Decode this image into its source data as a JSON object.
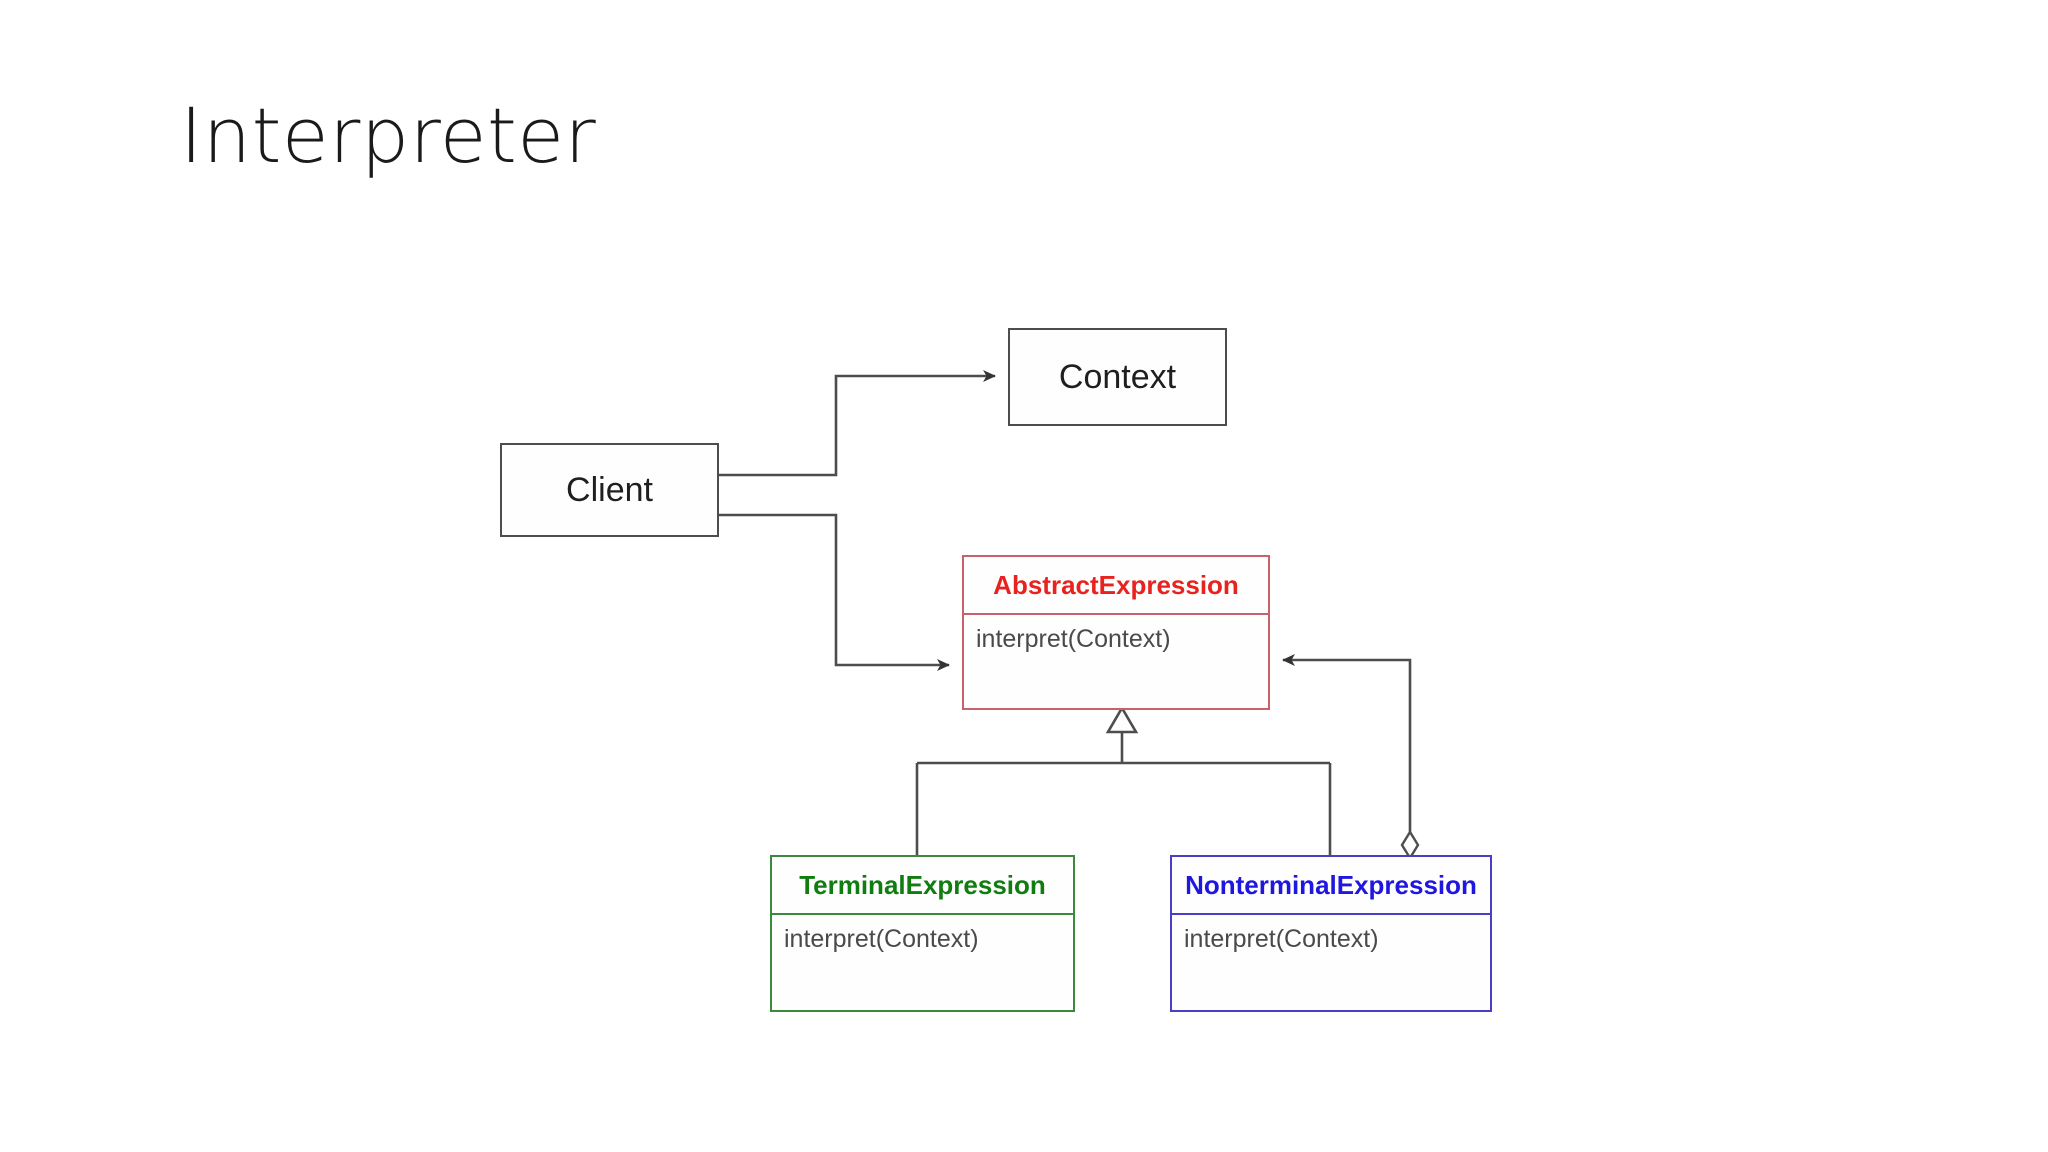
{
  "slide": {
    "title": "Interpreter",
    "background_color": "#ffffff",
    "title_color": "#1a1a1a"
  },
  "diagram": {
    "type": "uml-class-diagram",
    "pattern": "Interpreter",
    "line_color": "#4d4d4d",
    "classes": [
      {
        "id": "context",
        "name": "Context",
        "members": [],
        "border_color": "#4d4d4d",
        "title_color": "#1f1f1f",
        "compartments": 1
      },
      {
        "id": "client",
        "name": "Client",
        "members": [],
        "border_color": "#4d4d4d",
        "title_color": "#1f1f1f",
        "compartments": 1
      },
      {
        "id": "abstract-expression",
        "name": "AbstractExpression",
        "members": [
          "interpret(Context)"
        ],
        "border_color": "#c9606e",
        "title_color": "#e8231f",
        "compartments": 2
      },
      {
        "id": "terminal-expression",
        "name": "TerminalExpression",
        "members": [
          "interpret(Context)"
        ],
        "border_color": "#3a8a3d",
        "title_color": "#117d11",
        "compartments": 2
      },
      {
        "id": "nonterminal-expression",
        "name": "NonterminalExpression",
        "members": [
          "interpret(Context)"
        ],
        "border_color": "#4a3ec4",
        "title_color": "#1f16df",
        "compartments": 2
      }
    ],
    "relationships": [
      {
        "id": "client-to-context",
        "from": "client",
        "to": "context",
        "kind": "association",
        "arrow": "open-filled"
      },
      {
        "id": "client-to-abstract-expression",
        "from": "client",
        "to": "abstract-expression",
        "kind": "association",
        "arrow": "open-filled"
      },
      {
        "id": "terminal-inherits-abstract",
        "from": "terminal-expression",
        "to": "abstract-expression",
        "kind": "generalization",
        "arrow": "hollow-triangle"
      },
      {
        "id": "nonterminal-inherits-abstract",
        "from": "nonterminal-expression",
        "to": "abstract-expression",
        "kind": "generalization",
        "arrow": "hollow-triangle"
      },
      {
        "id": "nonterminal-aggregates-abstract",
        "from": "nonterminal-expression",
        "to": "abstract-expression",
        "kind": "aggregation",
        "arrow": "filled-arrow",
        "source_decoration": "hollow-diamond"
      }
    ]
  }
}
